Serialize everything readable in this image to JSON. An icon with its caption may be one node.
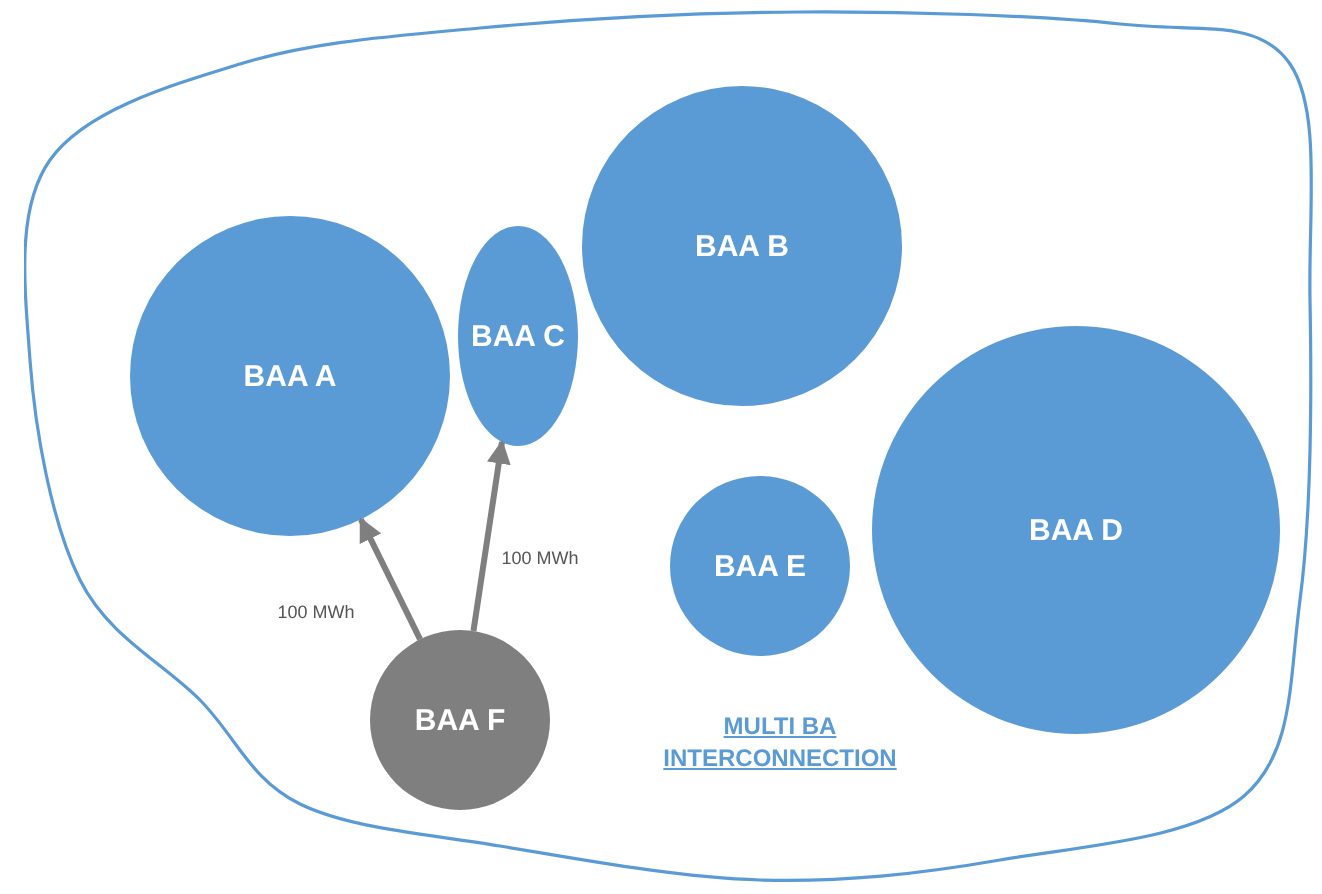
{
  "diagram": {
    "nodes": [
      {
        "text": [
          "MULTI BA INTERCONNECTION"
        ]
      },
      {
        "text": [
          "BAA A"
        ],
        "in": 0
      },
      {
        "text": [
          "BAA C"
        ],
        "in": 0
      },
      {
        "text": [
          "BAA B"
        ],
        "in": 0
      },
      {
        "text": [
          "BAA E"
        ],
        "in": 0
      },
      {
        "text": [
          "BAA D"
        ],
        "in": 0
      },
      {
        "text": [
          "BAA F"
        ],
        "in": 0
      }
    ],
    "edges": [
      {
        "from": 6,
        "to": 1,
        "arrow": "to",
        "label": "100 MWh"
      },
      {
        "from": 6,
        "to": 2,
        "arrow": "to",
        "label": "100 MWh"
      }
    ]
  }
}
